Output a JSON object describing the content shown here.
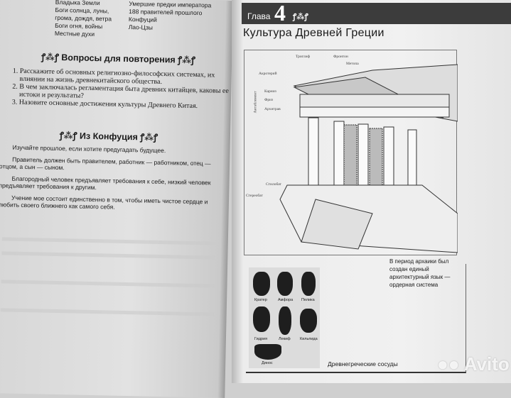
{
  "left_page": {
    "table": {
      "col1": [
        "Владыка Земли",
        "Боги солнца, луны,",
        "грома, дождя, ветра",
        "Боги огня, войны",
        "Местные духи"
      ],
      "col2": [
        "Умершие предки императора",
        "188 правителей прошлого",
        "Конфуций",
        "Лао-Цзы"
      ]
    },
    "ornament": "ꝭ⁂ꝭ",
    "review_heading": "Вопросы для повторения",
    "questions": [
      "Расскажите об основных религиозно-философских системах, их влиянии на жизнь древнекитайского общества.",
      "В чем заключалась регламентация быта древних китайцев, каковы ее истоки и результаты?",
      "Назовите основные достижения культуры Древнего Китая."
    ],
    "confucius_heading": "Из Конфуция",
    "quotes": [
      "Изучайте прошлое, если хотите предугадать будущее.",
      "Правитель должен быть правителем, работник — работником, отец — отцом, а сын — сыном.",
      "Благородный человек предъявляет требования к себе, низкий человек предъявляет требования к другим.",
      "Учение мое состоит единственно в том, чтобы иметь чистое сердце и любить своего ближнего как самого себя."
    ]
  },
  "right_page": {
    "chapter_word": "Глава",
    "chapter_number": "4",
    "chapter_ornament": "ꝭ⁂ꝭ",
    "title": "Культура Древней Греции",
    "temple_labels": {
      "triglyph": "Триглиф",
      "pediment": "Фронтон",
      "metope": "Метопа",
      "acroterion": "Акротерий",
      "cornice": "Карниз",
      "frieze": "Фриз",
      "architrave": "Архитрав",
      "entablature": "Антаблемент",
      "stylobate": "Стилобат",
      "stereobate": "Стереобат"
    },
    "caption": "В период архаики был создан единый архитектурный язык — ордерная система",
    "vases": [
      "Кратер",
      "Амфора",
      "Пелика",
      "Гидрия",
      "Лекиф",
      "Кильпида",
      "Динос"
    ],
    "vases_caption": "Древнегреческие сосуды"
  },
  "watermark": "Avito"
}
